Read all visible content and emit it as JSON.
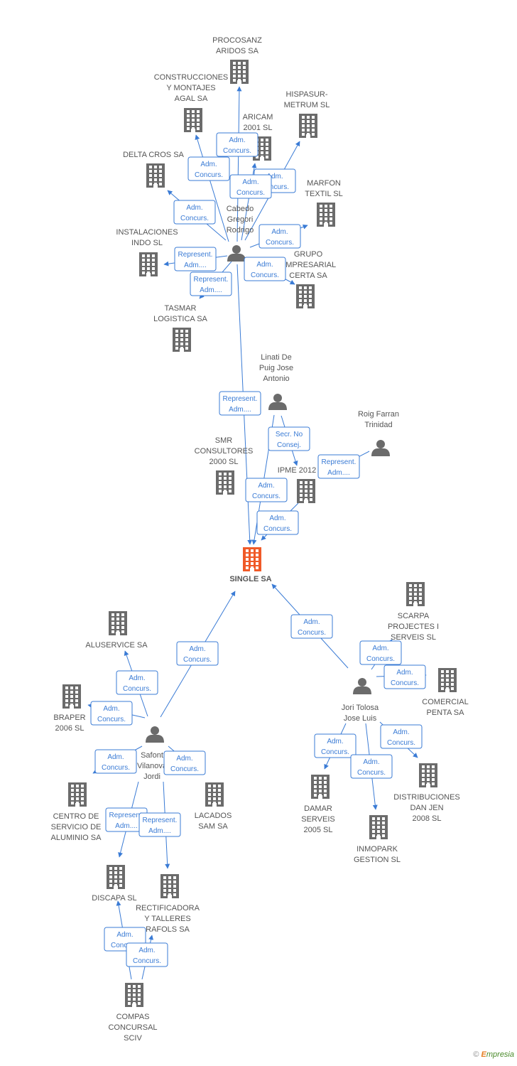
{
  "colors": {
    "company": "#6b6b6b",
    "person": "#6b6b6b",
    "root": "#f05a28",
    "edge": "#3a7bd5",
    "text": "#555555"
  },
  "footer": {
    "copyright": "©",
    "brand_initial": "E",
    "brand_rest": "mpresia"
  },
  "nodes": [
    {
      "id": "single",
      "type": "root",
      "lines": [
        "SINGLE SA"
      ]
    },
    {
      "id": "procosanz",
      "type": "company",
      "lines": [
        "PROCOSANZ",
        "ARIDOS SA"
      ]
    },
    {
      "id": "construcciones",
      "type": "company",
      "lines": [
        "CONSTRUCCIONES",
        "Y MONTAJES",
        "AGAL SA"
      ]
    },
    {
      "id": "hispasur",
      "type": "company",
      "lines": [
        "HISPASUR-",
        "METRUM SL"
      ]
    },
    {
      "id": "aricam",
      "type": "company",
      "lines": [
        "ARICAM",
        "2001 SL"
      ]
    },
    {
      "id": "deltacros",
      "type": "company",
      "lines": [
        "DELTA CROS SA"
      ]
    },
    {
      "id": "marfon",
      "type": "company",
      "lines": [
        "MARFON",
        "TEXTIL SL"
      ]
    },
    {
      "id": "cabedo",
      "type": "person",
      "lines": [
        "Cabedo",
        "Gregori",
        "Rodrigo"
      ]
    },
    {
      "id": "instalaciones",
      "type": "company",
      "lines": [
        "INSTALACIONES",
        "INDO SL"
      ]
    },
    {
      "id": "grupo",
      "type": "company",
      "lines": [
        "GRUPO",
        "EMPRESARIAL",
        "CERTA SA"
      ]
    },
    {
      "id": "tasmar",
      "type": "company",
      "lines": [
        "TASMAR",
        "LOGISTICA SA"
      ]
    },
    {
      "id": "linati",
      "type": "person",
      "lines": [
        "Linati De",
        "Puig Jose",
        "Antonio"
      ]
    },
    {
      "id": "roig",
      "type": "person",
      "lines": [
        "Roig Farran",
        "Trinidad"
      ]
    },
    {
      "id": "smr",
      "type": "company",
      "lines": [
        "SMR",
        "CONSULTORES",
        "2000 SL"
      ]
    },
    {
      "id": "ipme",
      "type": "company",
      "lines": [
        "IPME 2012"
      ]
    },
    {
      "id": "aluservice",
      "type": "company",
      "lines": [
        "ALUSERVICE SA"
      ]
    },
    {
      "id": "braper",
      "type": "company",
      "lines": [
        "BRAPER",
        "2006 SL"
      ]
    },
    {
      "id": "safont",
      "type": "person",
      "lines": [
        "Safont",
        "Vilanova",
        "Jordi"
      ]
    },
    {
      "id": "centro",
      "type": "company",
      "lines": [
        "CENTRO DE",
        "SERVICIO DE",
        "ALUMINIO SA"
      ]
    },
    {
      "id": "lacados",
      "type": "company",
      "lines": [
        "LACADOS",
        "SAM SA"
      ]
    },
    {
      "id": "discapa",
      "type": "company",
      "lines": [
        "DISCAPA SL"
      ]
    },
    {
      "id": "rectificadora",
      "type": "company",
      "lines": [
        "RECTIFICADORA",
        "Y TALLERES",
        "RAFOLS SA"
      ]
    },
    {
      "id": "compas",
      "type": "company",
      "lines": [
        "COMPAS",
        "CONCURSAL",
        "SCIV"
      ]
    },
    {
      "id": "scarpa",
      "type": "company",
      "lines": [
        "SCARPA",
        "PROJECTES I",
        "SERVEIS SL"
      ]
    },
    {
      "id": "comercial",
      "type": "company",
      "lines": [
        "COMERCIAL",
        "PENTA SA"
      ]
    },
    {
      "id": "jori",
      "type": "person",
      "lines": [
        "Jori Tolosa",
        "Jose Luis"
      ]
    },
    {
      "id": "damar",
      "type": "company",
      "lines": [
        "DAMAR",
        "SERVEIS",
        "2005 SL"
      ]
    },
    {
      "id": "distribuciones",
      "type": "company",
      "lines": [
        "DISTRIBUCIONES",
        "DAN JEN",
        "2008 SL"
      ]
    },
    {
      "id": "inmopark",
      "type": "company",
      "lines": [
        "INMOPARK",
        "GESTION SL"
      ]
    }
  ],
  "edges": [
    {
      "from": "cabedo",
      "to": "procosanz",
      "lines": [
        "Adm.",
        "Concurs."
      ]
    },
    {
      "from": "cabedo",
      "to": "construcciones",
      "lines": [
        "Adm.",
        "Concurs."
      ]
    },
    {
      "from": "cabedo",
      "to": "hispasur",
      "lines": [
        "Adm.",
        "Concurs."
      ]
    },
    {
      "from": "cabedo",
      "to": "aricam",
      "lines": [
        "Adm.",
        "Concurs."
      ]
    },
    {
      "from": "cabedo",
      "to": "deltacros",
      "lines": [
        "Adm.",
        "Concurs."
      ]
    },
    {
      "from": "cabedo",
      "to": "marfon",
      "lines": [
        "Adm.",
        "Concurs."
      ]
    },
    {
      "from": "cabedo",
      "to": "instalaciones",
      "lines": [
        "Represent.",
        "Adm...."
      ]
    },
    {
      "from": "cabedo",
      "to": "grupo",
      "lines": [
        "Adm.",
        "Concurs."
      ]
    },
    {
      "from": "cabedo",
      "to": "tasmar",
      "lines": [
        "Represent.",
        "Adm...."
      ]
    },
    {
      "from": "cabedo",
      "to": "single",
      "lines": [
        "Represent.",
        "Adm...."
      ]
    },
    {
      "from": "linati",
      "to": "ipme",
      "lines": [
        "Secr. No",
        "Consej."
      ]
    },
    {
      "from": "roig",
      "to": "ipme",
      "lines": [
        "Represent.",
        "Adm...."
      ]
    },
    {
      "from": "linati",
      "to": "single",
      "lines": [
        "Adm.",
        "Concurs."
      ]
    },
    {
      "from": "ipme",
      "to": "single",
      "lines": [
        "Adm.",
        "Concurs."
      ]
    },
    {
      "from": "safont",
      "to": "single",
      "lines": [
        "Adm.",
        "Concurs."
      ]
    },
    {
      "from": "safont",
      "to": "aluservice",
      "lines": [
        "Adm.",
        "Concurs."
      ]
    },
    {
      "from": "safont",
      "to": "braper",
      "lines": [
        "Adm.",
        "Concurs."
      ]
    },
    {
      "from": "safont",
      "to": "centro",
      "lines": [
        "Adm.",
        "Concurs."
      ]
    },
    {
      "from": "safont",
      "to": "lacados",
      "lines": [
        "Adm.",
        "Concurs."
      ]
    },
    {
      "from": "safont",
      "to": "discapa",
      "lines": [
        "Represent.",
        "Adm...."
      ]
    },
    {
      "from": "safont",
      "to": "rectificadora",
      "lines": [
        "Represent.",
        "Adm...."
      ]
    },
    {
      "from": "compas",
      "to": "discapa",
      "lines": [
        "Adm.",
        "Concurs."
      ]
    },
    {
      "from": "compas",
      "to": "rectificadora",
      "lines": [
        "Adm.",
        "Concurs."
      ]
    },
    {
      "from": "jori",
      "to": "single",
      "lines": [
        "Adm.",
        "Concurs."
      ]
    },
    {
      "from": "jori",
      "to": "scarpa",
      "lines": [
        "Adm.",
        "Concurs."
      ]
    },
    {
      "from": "jori",
      "to": "comercial",
      "lines": [
        "Adm.",
        "Concurs."
      ]
    },
    {
      "from": "jori",
      "to": "damar",
      "lines": [
        "Adm.",
        "Concurs."
      ]
    },
    {
      "from": "jori",
      "to": "distribuciones",
      "lines": [
        "Adm.",
        "Concurs."
      ]
    },
    {
      "from": "jori",
      "to": "inmopark",
      "lines": [
        "Adm.",
        "Concurs."
      ]
    }
  ]
}
